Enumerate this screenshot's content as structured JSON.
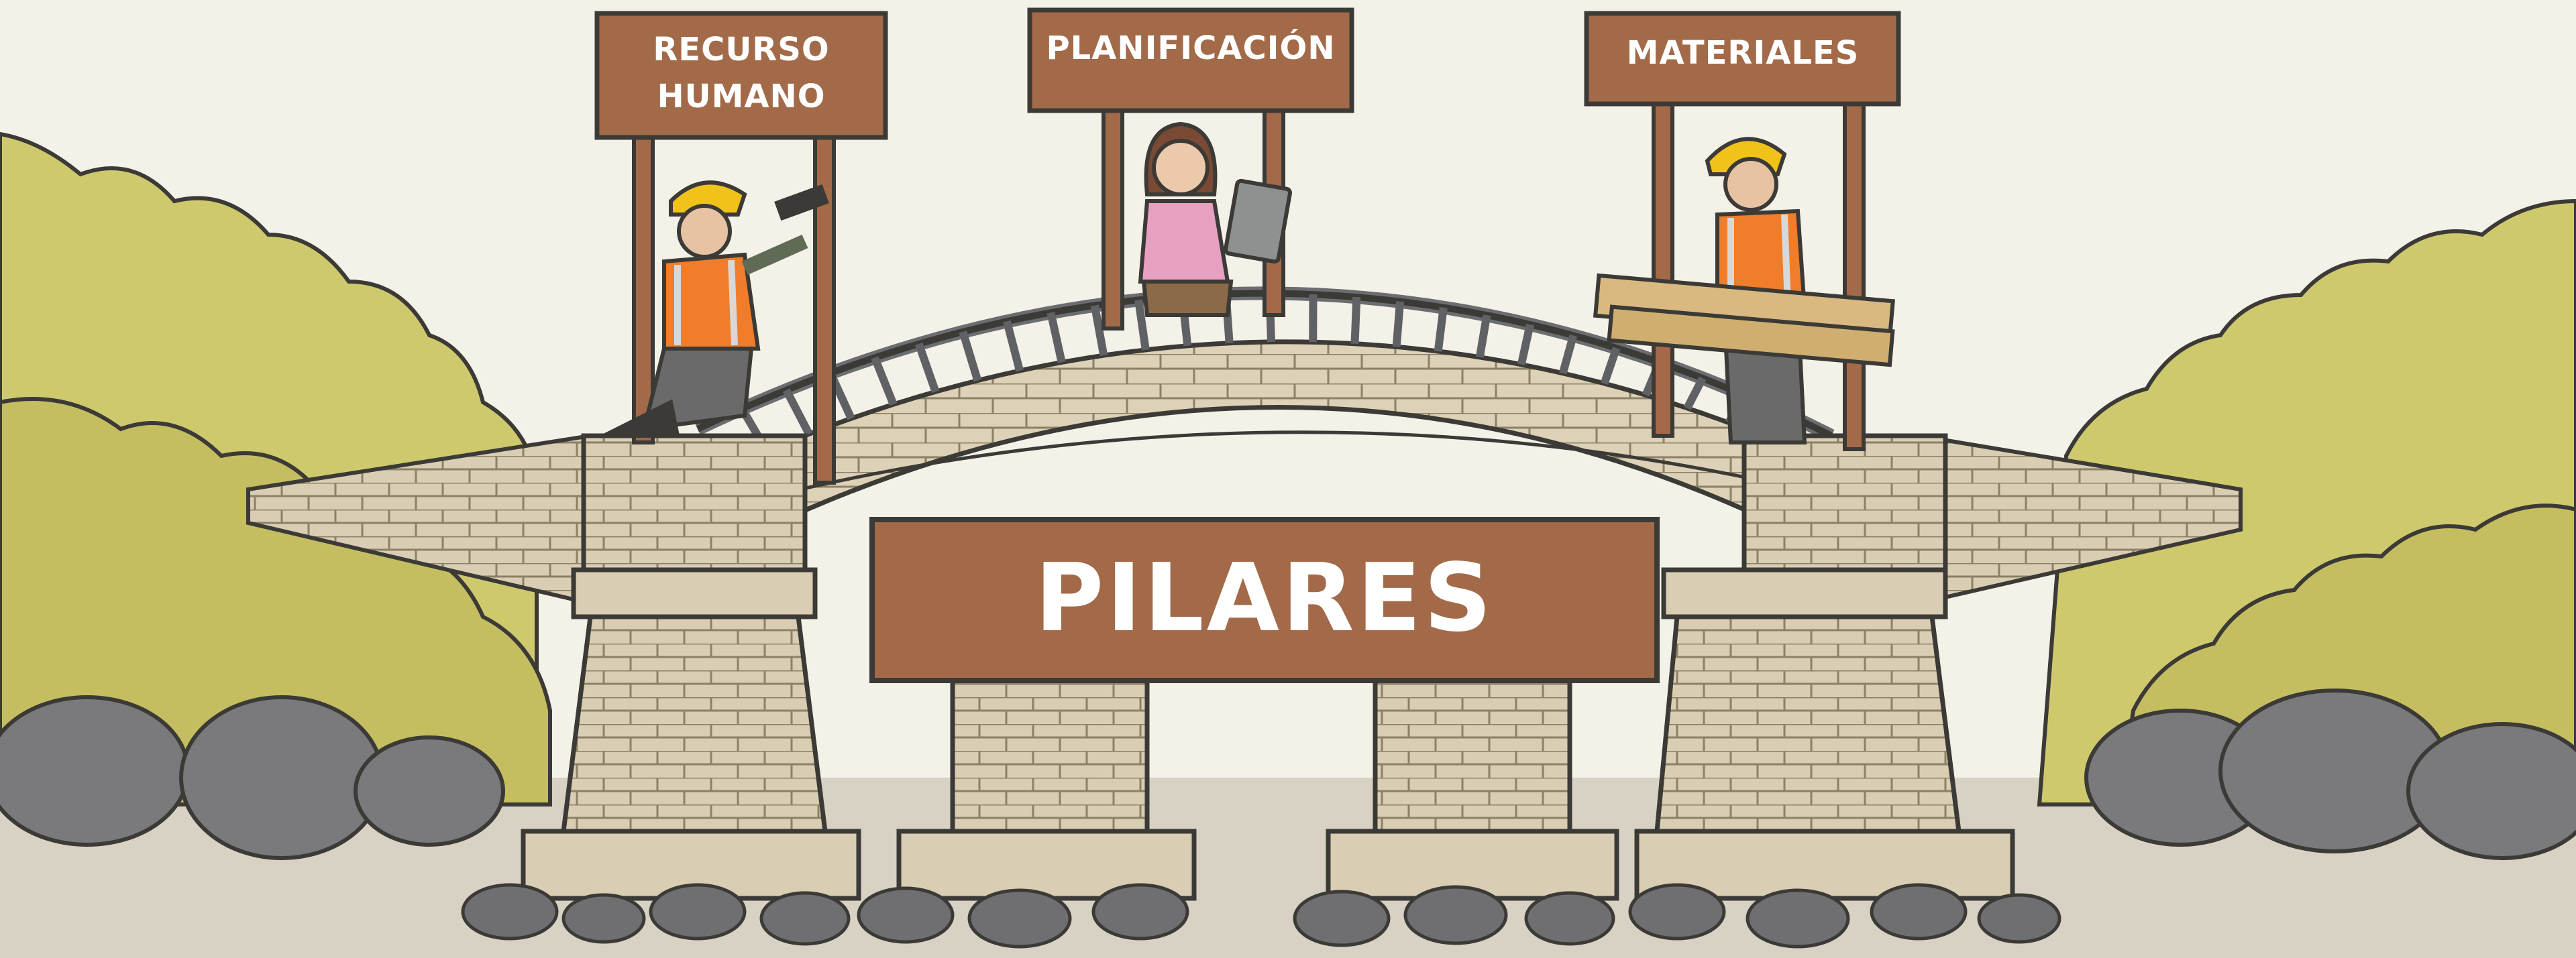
{
  "signs": {
    "recurso_line1": "RECURSO",
    "recurso_line2": "HUMANO",
    "planificacion": "PLANIFICACIÓN",
    "materiales": "MATERIALES",
    "pilares": "PILARES"
  },
  "colors": {
    "background": "#f4f1e8",
    "bush": "#cfc96e",
    "bush_shadow": "#b7b156",
    "stone": "#d9cdb3",
    "stone_dark": "#b5a78b",
    "rock": "#7a7a7c",
    "sign_wood": "#a36a49",
    "outline": "#3b3a36"
  }
}
